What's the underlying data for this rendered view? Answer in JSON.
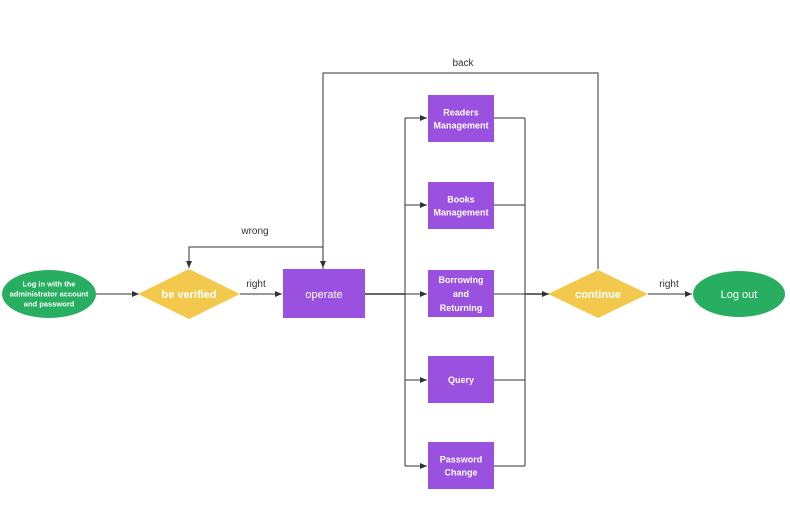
{
  "colors": {
    "start_end": "#27ae60",
    "decision": "#f2c94c",
    "process": "#9b51e0",
    "line": "#333333"
  },
  "nodes": {
    "login": {
      "lines": [
        "Log in with the",
        "administrator account",
        "and password"
      ]
    },
    "verify": {
      "lines": [
        "be verified"
      ]
    },
    "operate": {
      "lines": [
        "operate"
      ]
    },
    "readers": {
      "lines": [
        "Readers",
        "Management"
      ]
    },
    "books": {
      "lines": [
        "Books",
        "Management"
      ]
    },
    "borrowing": {
      "lines": [
        "Borrowing",
        "and",
        "Returning"
      ]
    },
    "query": {
      "lines": [
        "Query"
      ]
    },
    "password": {
      "lines": [
        "Password",
        "Change"
      ]
    },
    "continue": {
      "lines": [
        "continue"
      ]
    },
    "logout": {
      "lines": [
        "Log out"
      ]
    }
  },
  "edge_labels": {
    "back": "back",
    "wrong": "wrong",
    "right_verify": "right",
    "right_continue": "right"
  }
}
